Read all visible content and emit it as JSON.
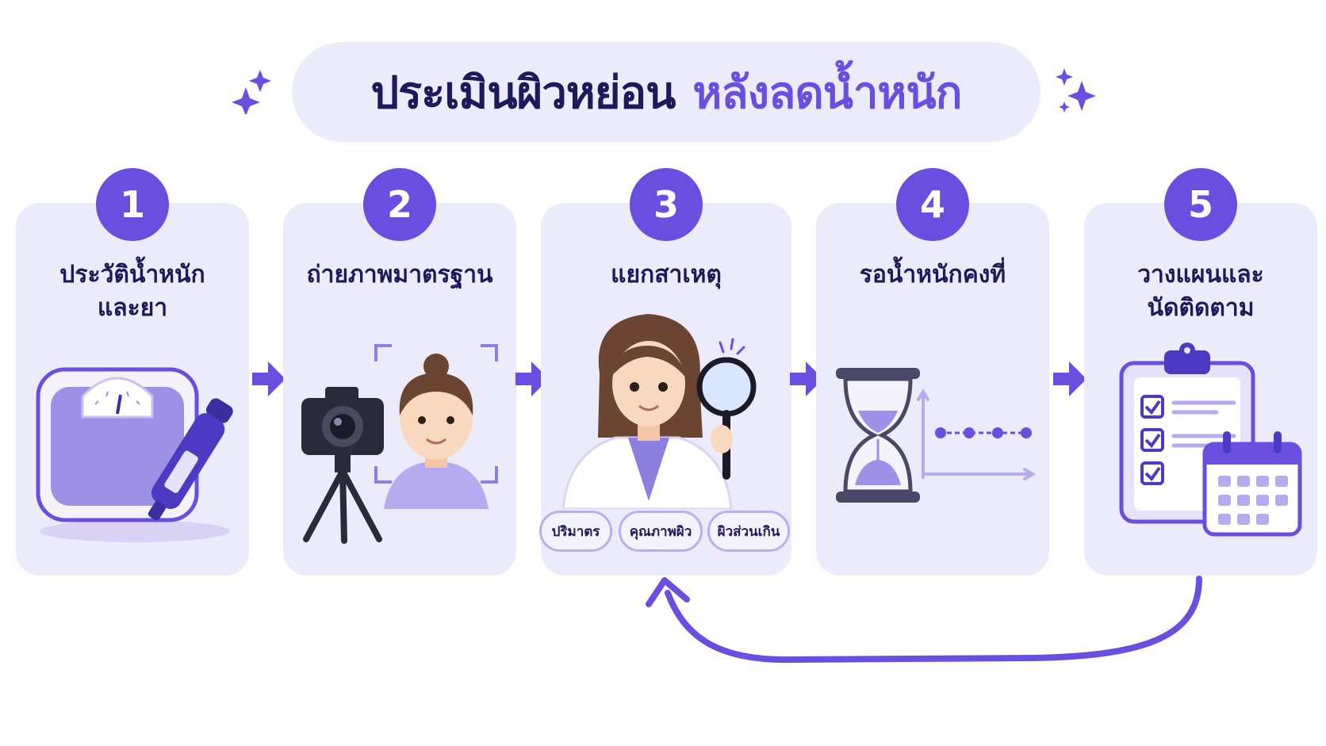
{
  "header": {
    "title_part1": "ประเมินผิวหย่อน",
    "title_part2": "หลังลดน้ำหนัก"
  },
  "steps": [
    {
      "number": "1",
      "title_line1": "ประวัติน้ำหนัก",
      "title_line2": "และยา"
    },
    {
      "number": "2",
      "title_line1": "ถ่ายภาพมาตรฐาน",
      "title_line2": ""
    },
    {
      "number": "3",
      "title_line1": "แยกสาเหตุ",
      "title_line2": "",
      "tags": [
        "ปริมาตร",
        "คุณภาพผิว",
        "ผิวส่วนเกิน"
      ]
    },
    {
      "number": "4",
      "title_line1": "รอน้ำหนักคงที่",
      "title_line2": ""
    },
    {
      "number": "5",
      "title_line1": "วางแผนและ",
      "title_line2": "นัดติดตาม"
    }
  ],
  "colors": {
    "accent": "#6a4ee0",
    "dark_text": "#1c1a5a",
    "card_bg": "#ecebfb"
  },
  "icons": [
    "sparkle-icon",
    "scale-icon",
    "injection-pen-icon",
    "camera-icon",
    "tripod-icon",
    "face-icon",
    "doctor-icon",
    "magnifier-icon",
    "hourglass-icon",
    "stable-trend-chart-icon",
    "clipboard-checklist-icon",
    "calendar-icon",
    "arrow-right-icon",
    "loop-arrow-icon"
  ]
}
